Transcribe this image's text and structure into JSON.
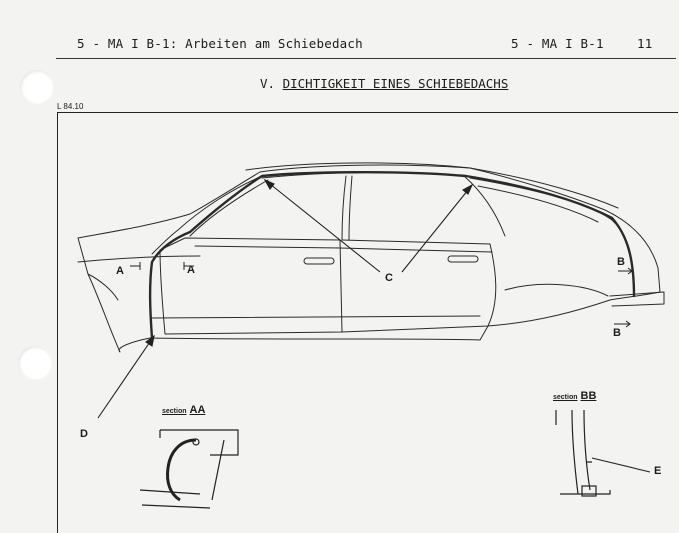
{
  "header": {
    "left": "5 - MA I B-1: Arbeiten am Schiebedach",
    "right": "5 - MA I B-1",
    "page_number": "11"
  },
  "title": {
    "prefix": "V.",
    "text": "DICHTIGKEIT EINES SCHIEBEDACHS"
  },
  "figure_ref": "L 84.10",
  "labels": {
    "a_left": "A",
    "a_right": "A",
    "b_top": "B",
    "b_bottom": "B",
    "c": "C",
    "d": "D",
    "e": "E"
  },
  "sections": {
    "aa_word": "section",
    "aa_name": "AA",
    "bb_word": "section",
    "bb_name": "BB"
  }
}
